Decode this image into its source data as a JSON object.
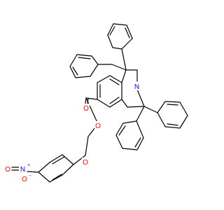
{
  "molecule": {
    "atoms": {
      "ester_carbonyl_o": "O",
      "ester_ether_o": "O",
      "ketone_o": "O",
      "nitrogen_ring": "N",
      "nitro_n": "N",
      "nitro_charge_plus": "+",
      "nitro_o": "O",
      "nitro_charge_minus": "−",
      "nitro_o_dbl": "O"
    },
    "colors": {
      "bond": "#000000",
      "oxygen": "#ff0000",
      "nitrogen": "#0000ff"
    }
  }
}
